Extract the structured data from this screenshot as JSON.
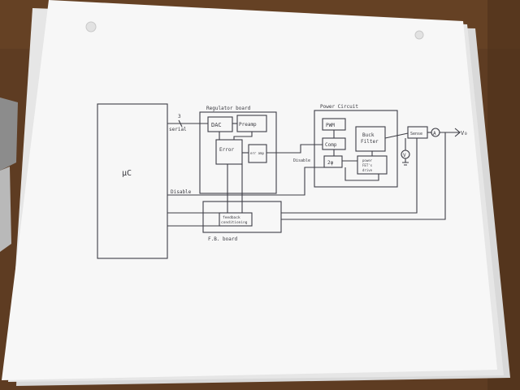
{
  "diagram": {
    "microcontroller": {
      "label": "µC"
    },
    "regulator_board": {
      "title": "Regulator board",
      "dac": "DAC",
      "preamp": "Preamp",
      "error_amp": "Error",
      "err_amp_small": "err amp"
    },
    "power_circuit": {
      "title": "Power Circuit",
      "pwm": "PWM",
      "comp": "Comp",
      "two_phase": "2φ",
      "buck_filter_line1": "Buck",
      "buck_filter_line2": "Filter",
      "power_fets_line1": "power",
      "power_fets_line2": "FET's",
      "power_fets_line3": "drive"
    },
    "fb_board": {
      "title": "F.B. board",
      "feedback_line1": "feedback",
      "feedback_line2": "conditioning"
    },
    "signals": {
      "serial": "serial",
      "serial_bits": "3",
      "disable_left": "Disable",
      "disable_right": "Disable",
      "output": "V₀"
    },
    "components": {
      "sense": "Sense",
      "ammeter": "A",
      "voltmeter": "V"
    }
  }
}
